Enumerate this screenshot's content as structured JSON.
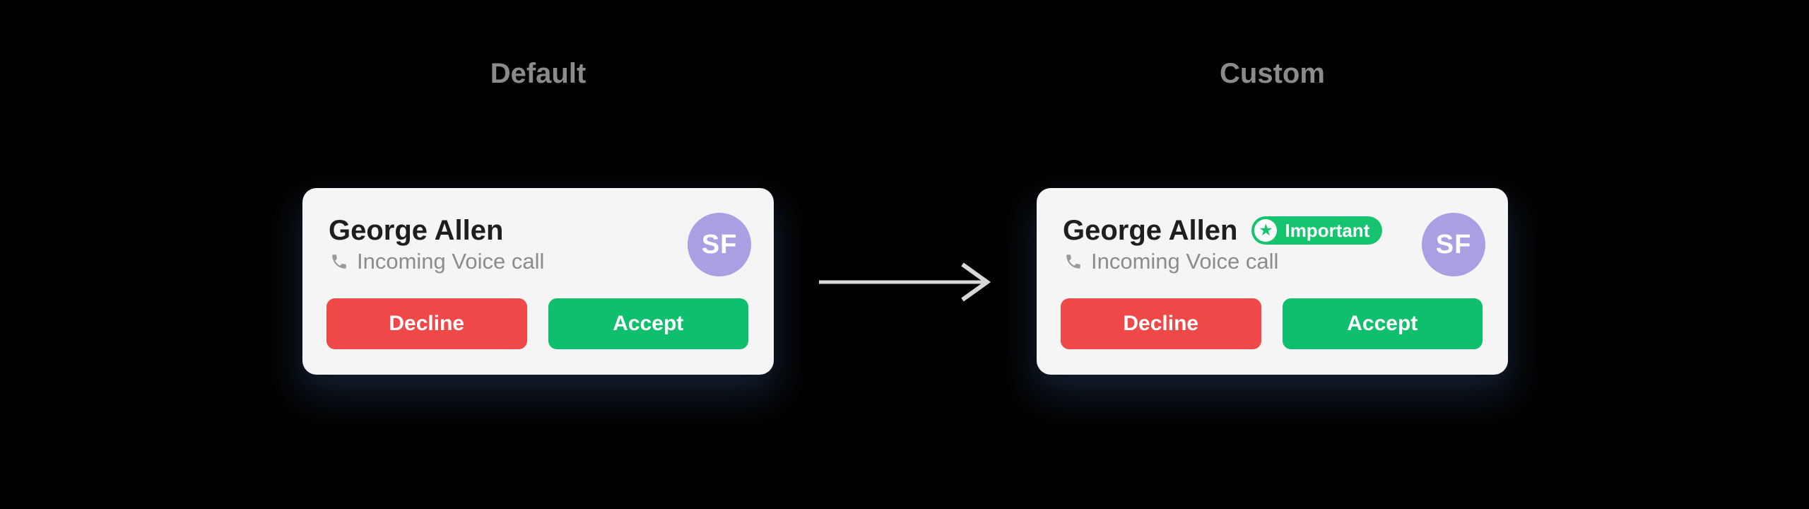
{
  "colors": {
    "background": "#000000",
    "card_bg": "#f5f5f6",
    "name_text": "#1e1e1e",
    "subtitle_text": "#8c8c8c",
    "decline_bg": "#ee4848",
    "accept_bg": "#0fbf6e",
    "badge_bg": "#16c46f",
    "badge_text": "#ffffff",
    "avatar_bg": "#a8a0e3",
    "avatar_text": "#ffffff",
    "section_title": "#8b8b8b",
    "arrow": "#d8d8d8"
  },
  "icons": {
    "call_type": "phone-icon",
    "badge": "star-icon",
    "between_panels": "arrow-right-icon"
  },
  "panels": [
    {
      "title": "Default",
      "card": {
        "name": "George Allen",
        "subtitle": "Incoming Voice call",
        "avatar_initials": "SF",
        "decline_label": "Decline",
        "accept_label": "Accept"
      }
    },
    {
      "title": "Custom",
      "card": {
        "name": "George Allen",
        "badge": {
          "label": "Important",
          "star_glyph": "★"
        },
        "subtitle": "Incoming Voice call",
        "avatar_initials": "SF",
        "decline_label": "Decline",
        "accept_label": "Accept"
      }
    }
  ]
}
